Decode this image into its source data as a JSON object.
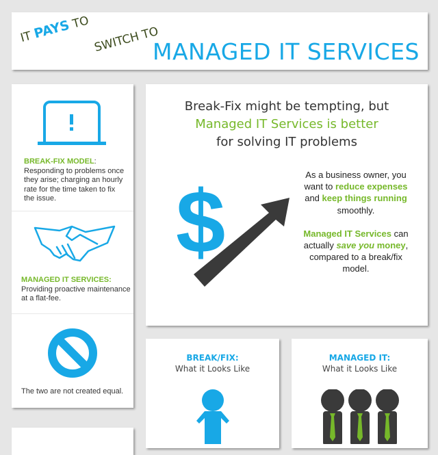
{
  "header": {
    "line1_pre": "IT ",
    "line1_emph": "PAYS",
    "line1_post": " TO",
    "line2": "SWITCH TO",
    "title": "MANAGED IT SERVICES"
  },
  "left_panel": {
    "sections": [
      {
        "icon": "laptop-alert-icon",
        "heading": "BREAK-FIX MODEL",
        "heading_suffix": ":",
        "body": "Responding to problems once they arise; charging an hourly rate for the time taken to fix the issue."
      },
      {
        "icon": "handshake-icon",
        "heading": "MANAGED IT SERVICES:",
        "body": "Providing proactive maintenance at a flat-fee."
      },
      {
        "icon": "prohibited-icon",
        "body": "The two are not created equal."
      }
    ]
  },
  "main": {
    "heading_line1": "Break-Fix might be tempting, but",
    "heading_line2": "Managed IT Services is better",
    "heading_line3": "for solving IT problems",
    "icon": "dollar-growth-icon",
    "para1": {
      "t1": "As a business owner, you want to ",
      "g1": "reduce expenses",
      "t2": " and ",
      "g2": "keep things running",
      "t3": " smoothly."
    },
    "para2": {
      "g1": "Managed IT Services",
      "t1": " can actually ",
      "g2": "save you",
      "g3": "money",
      "t2": ", compared to a break/fix model."
    }
  },
  "comparison": [
    {
      "title": "BREAK/FIX:",
      "subtitle": "What it Looks Like",
      "icon": "single-person-icon"
    },
    {
      "title": "MANAGED IT:",
      "subtitle": "What it Looks Like",
      "icon": "team-icon"
    }
  ],
  "colors": {
    "blue": "#18a8e6",
    "green": "#76b82a",
    "dark": "#3a3a3a",
    "background": "#e6e6e6"
  }
}
